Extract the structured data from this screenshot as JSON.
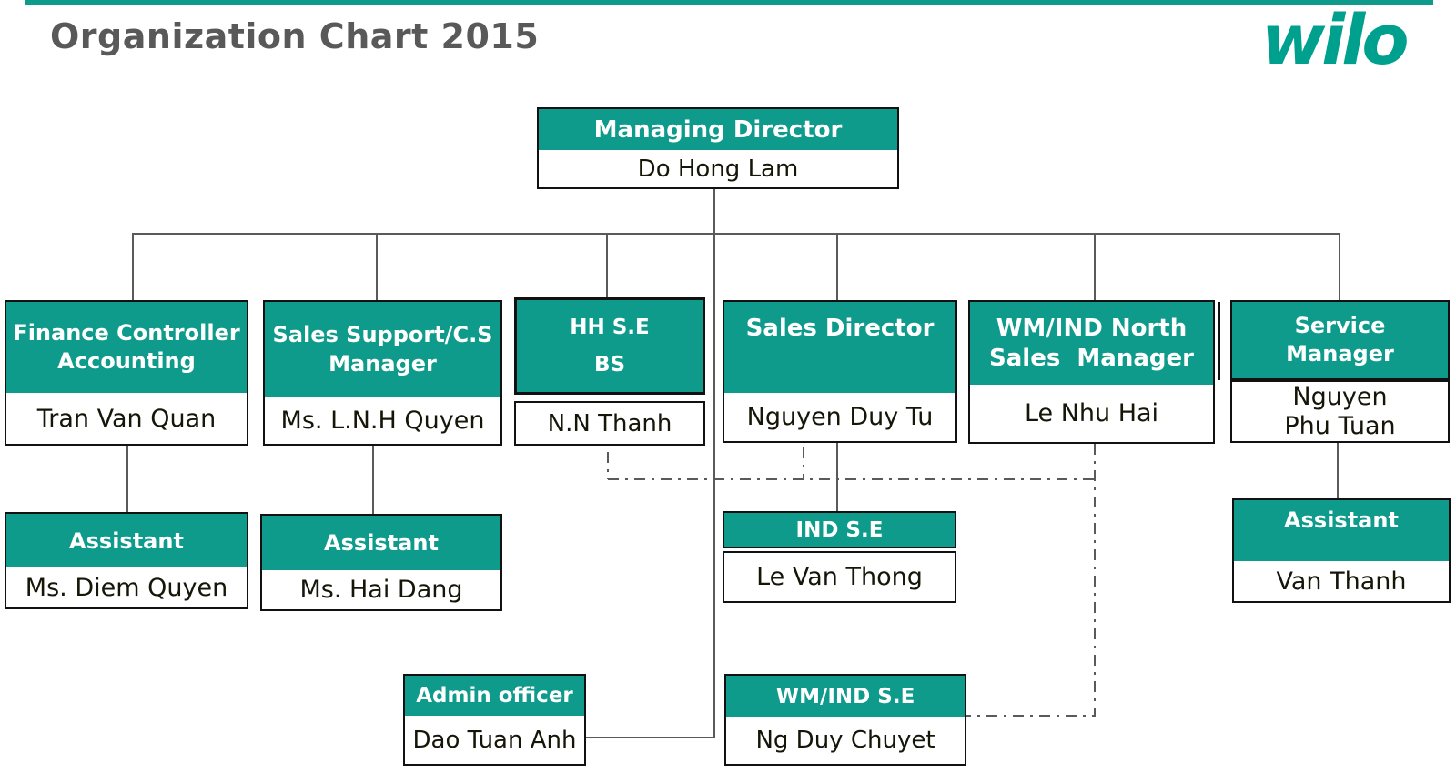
{
  "header": {
    "title": "Organization Chart 2015",
    "logo": "wilo"
  },
  "colors": {
    "box_header_teal": "#0E9B8C",
    "logo_teal": "#00A08F",
    "connector_gray": "#5A5A5A",
    "title_gray": "#595959"
  },
  "nodes": {
    "managing_director": {
      "title": "Managing Director",
      "name": "Do Hong Lam"
    },
    "finance": {
      "title": "Finance Controller\nAccounting",
      "name": "Tran Van Quan"
    },
    "sales_support": {
      "title": "Sales Support/C.S\nManager",
      "name": "Ms. L.N.H Quyen"
    },
    "hh_se": {
      "title": "HH S.E\nBS",
      "name": "N.N Thanh"
    },
    "sales_director": {
      "title": "Sales Director",
      "name": "Nguyen Duy Tu"
    },
    "wm_ind_north": {
      "title": "WM/IND North\nSales  Manager",
      "name": "Le Nhu Hai"
    },
    "service_manager": {
      "title": "Service\nManager",
      "name": "Nguyen\nPhu Tuan"
    },
    "assistant_finance": {
      "title": "Assistant",
      "name": "Ms. Diem Quyen"
    },
    "assistant_sales_support": {
      "title": "Assistant",
      "name": "Ms. Hai Dang"
    },
    "ind_se": {
      "title": "IND S.E",
      "name": "Le Van Thong"
    },
    "assistant_service": {
      "title": "Assistant",
      "name": "Van Thanh"
    },
    "admin_officer": {
      "title": "Admin officer",
      "name": "Dao Tuan Anh"
    },
    "wm_ind_se": {
      "title": "WM/IND S.E",
      "name": "Ng Duy Chuyet"
    }
  }
}
